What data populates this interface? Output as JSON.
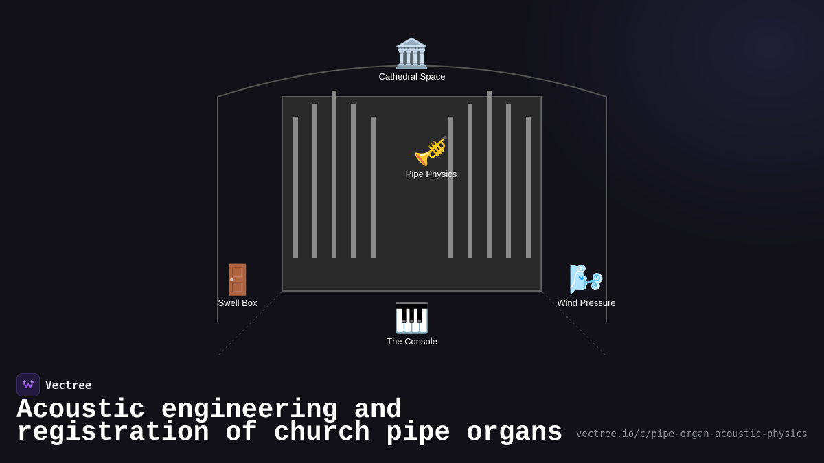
{
  "diagram": {
    "nodes": {
      "cathedral": {
        "icon": "classical-building-icon",
        "emoji": "🏛️",
        "label": "Cathedral Space"
      },
      "pipes": {
        "icon": "trumpet-icon",
        "emoji": "🎺",
        "label": "Pipe Physics"
      },
      "swell": {
        "icon": "door-icon",
        "emoji": "🚪",
        "label": "Swell Box"
      },
      "wind": {
        "icon": "wind-face-icon",
        "emoji": "🌬️",
        "label": "Wind Pressure"
      },
      "console": {
        "icon": "piano-keys-icon",
        "emoji": "🎹",
        "label": "The Console"
      }
    }
  },
  "brand": {
    "name": "Vectree",
    "icon": "vectree-logo-icon",
    "accent": "#9b5de5"
  },
  "headline": "Acoustic engineering and registration of church pipe organs",
  "url": "vectree.io/c/pipe-organ-acoustic-physics",
  "colors": {
    "background": "#121118",
    "organ_case": "#2a2a2a",
    "pipe": "#8a8a8a",
    "outline": "#555555"
  }
}
